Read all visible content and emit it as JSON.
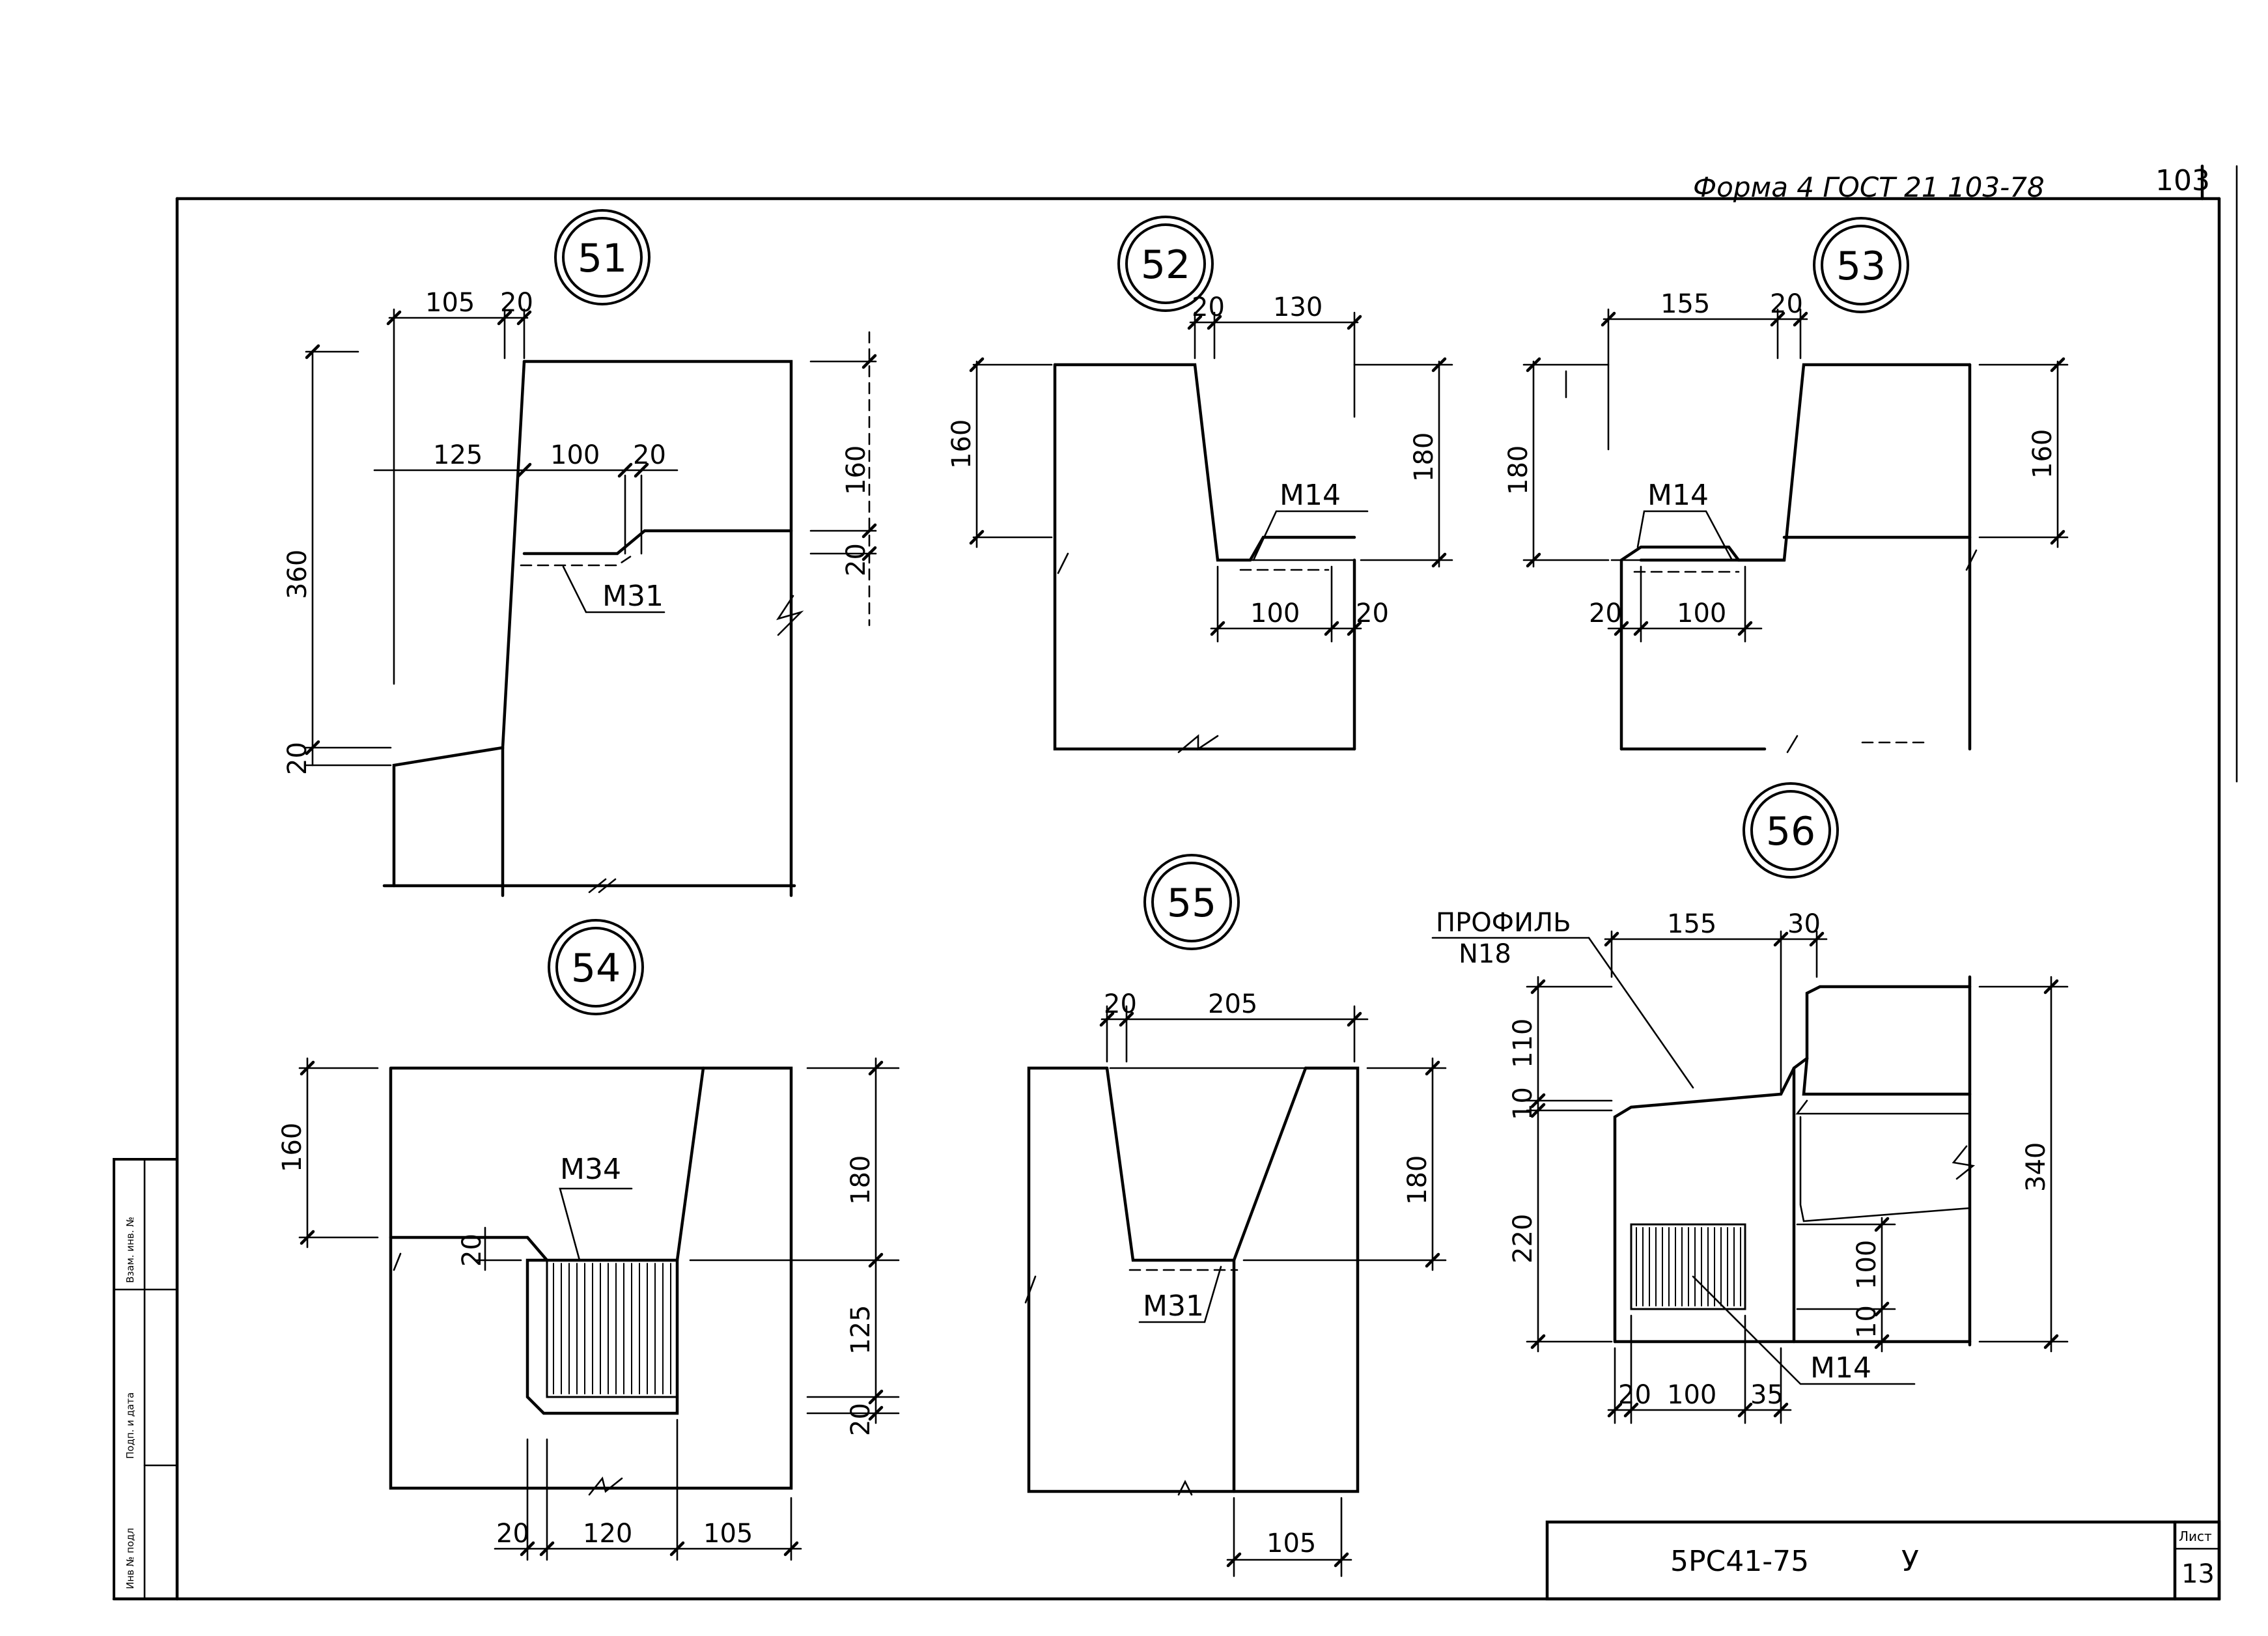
{
  "header": {
    "form_ref": "Форма 4 ГОСТ 21 103-78",
    "page_number": "103"
  },
  "title_block": {
    "code": "5РС41-75",
    "suffix": "У",
    "sheet_label": "Лист",
    "sheet_number": "13"
  },
  "side_stamp": [
    "Инв № подл",
    "Подп. и дата",
    "Взам. инв. №"
  ],
  "details": [
    {
      "id": "51",
      "dims": [
        "105",
        "20",
        "125",
        "100",
        "20",
        "360",
        "160",
        "20",
        "20"
      ],
      "marks": [
        "M31"
      ]
    },
    {
      "id": "52",
      "dims": [
        "20",
        "130",
        "160",
        "180",
        "100",
        "20"
      ],
      "marks": [
        "M14"
      ]
    },
    {
      "id": "53",
      "dims": [
        "155",
        "20",
        "180",
        "160",
        "20",
        "100"
      ],
      "marks": [
        "M14"
      ]
    },
    {
      "id": "54",
      "dims": [
        "160",
        "20",
        "180",
        "125",
        "20",
        "20",
        "120",
        "105"
      ],
      "marks": [
        "M34"
      ]
    },
    {
      "id": "55",
      "dims": [
        "20",
        "205",
        "180",
        "105"
      ],
      "marks": [
        "M31"
      ]
    },
    {
      "id": "56",
      "dims": [
        "155",
        "30",
        "110",
        "10",
        "220",
        "340",
        "100",
        "10",
        "20",
        "100",
        "35"
      ],
      "marks": [
        "ПРОФИЛЬ",
        "N18",
        "M14"
      ]
    }
  ]
}
